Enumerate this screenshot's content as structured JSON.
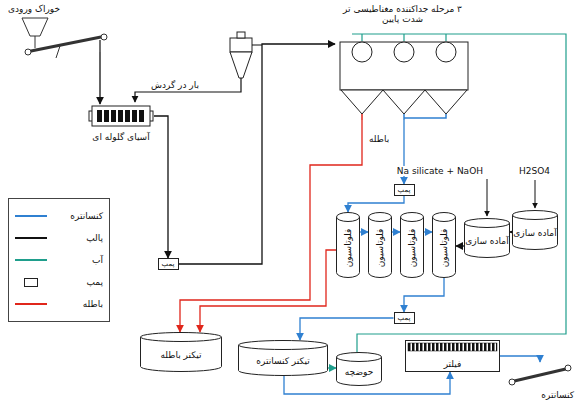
{
  "diagram": {
    "nodes": [
      {
        "text": [
          "۳ مرحله جداکننده مغناطیسی تر شدت پایین"
        ]
      },
      {
        "text": [
          "خوراک ورودی"
        ]
      },
      {
        "text": [
          "آسیای گلوله ای"
        ]
      },
      {
        "text": [
          "پمپ"
        ]
      },
      {
        "text": [
          "پمپ"
        ]
      },
      {
        "text": [
          "فلوتاسیون"
        ]
      },
      {
        "text": [
          "فلوتاسیون"
        ]
      },
      {
        "text": [
          "فلوتاسیون"
        ]
      },
      {
        "text": [
          "فلوتاسیون"
        ]
      },
      {
        "text": [
          "آماده سازی"
        ]
      },
      {
        "text": [
          "آماده سازی"
        ]
      },
      {
        "text": [
          "پمپ"
        ]
      },
      {
        "text": [
          "تیکنر باطله"
        ]
      },
      {
        "text": [
          "تیکنر کنسانتره"
        ]
      },
      {
        "text": [
          "حوضچه"
        ]
      },
      {
        "text": [
          "فیلتر"
        ]
      },
      {
        "text": [
          "کنسانتره"
        ]
      }
    ],
    "edges": [
      {
        "from": 1,
        "to": 2,
        "arrow": "to"
      },
      {
        "from": 2,
        "to": 4,
        "arrow": "to"
      },
      {
        "from": 4,
        "to": 0,
        "arrow": "to"
      },
      {
        "from": 0,
        "to": 3,
        "arrow": "to"
      },
      {
        "from": 0,
        "to": 12,
        "arrow": "to"
      },
      {
        "from": 3,
        "to": 5,
        "arrow": "to"
      },
      {
        "from": 5,
        "to": 6,
        "arrow": "to"
      },
      {
        "from": 6,
        "to": 7,
        "arrow": "to"
      },
      {
        "from": 7,
        "to": 8,
        "arrow": "to"
      },
      {
        "from": 10,
        "to": 9,
        "arrow": "to"
      },
      {
        "from": 9,
        "to": 8,
        "arrow": "to"
      },
      {
        "from": 8,
        "to": 11,
        "arrow": "to"
      },
      {
        "from": 11,
        "to": 13,
        "arrow": "to"
      },
      {
        "from": 13,
        "to": 15,
        "arrow": "to"
      },
      {
        "from": 15,
        "to": 16,
        "arrow": "to"
      },
      {
        "from": 13,
        "to": 14,
        "arrow": "to"
      },
      {
        "from": 5,
        "to": 12,
        "arrow": "to"
      }
    ],
    "labels": [
      "بار در گردش",
      "باطله",
      "Na silicate + NaOH",
      "H2SO4"
    ],
    "legend": [
      {
        "text": "کنسانتره",
        "color": "#2f80d1"
      },
      {
        "text": "پالپ",
        "color": "#111111"
      },
      {
        "text": "آب",
        "color": "#1f9e8c"
      },
      {
        "text": "پمپ"
      },
      {
        "text": "باطله",
        "color": "#e0261b"
      }
    ]
  }
}
